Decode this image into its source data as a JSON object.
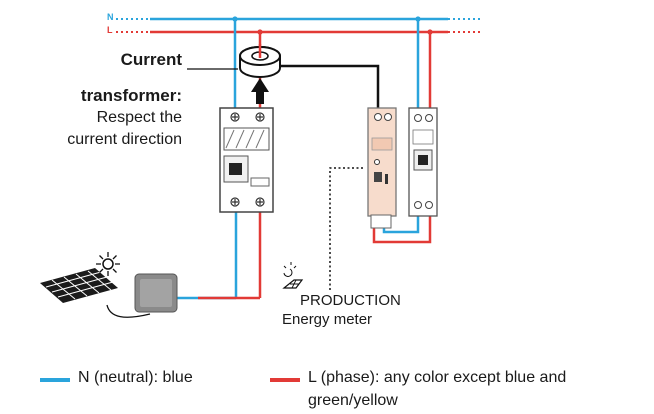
{
  "bus": {
    "n_label": "N",
    "l_label": "L"
  },
  "current_transformer": {
    "title_line1": "Current",
    "title_line2": "transformer:",
    "desc_line1": "Respect the",
    "desc_line2": "current direction"
  },
  "meter": {
    "production_label": "PRODUCTION",
    "name": "Energy meter"
  },
  "legend": {
    "neutral": "N (neutral): blue",
    "phase_line1": "L (phase): any color except blue and",
    "phase_line2": "green/yellow"
  },
  "colors": {
    "neutral": "#2aa4dc",
    "phase": "#e23a36",
    "signal": "#111111"
  }
}
